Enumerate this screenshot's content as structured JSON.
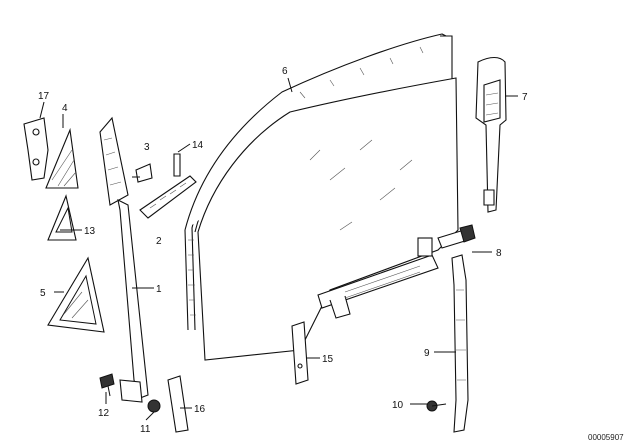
{
  "diagram": {
    "id": "00005907",
    "callouts": {
      "c1": "1",
      "c2": "2",
      "c3": "3",
      "c4": "4",
      "c5": "5",
      "c6": "6",
      "c7": "7",
      "c8": "8",
      "c9": "9",
      "c10": "10",
      "c11": "11",
      "c12": "12",
      "c13": "13",
      "c14": "14",
      "c15": "15",
      "c16": "16",
      "c17": "17"
    }
  }
}
